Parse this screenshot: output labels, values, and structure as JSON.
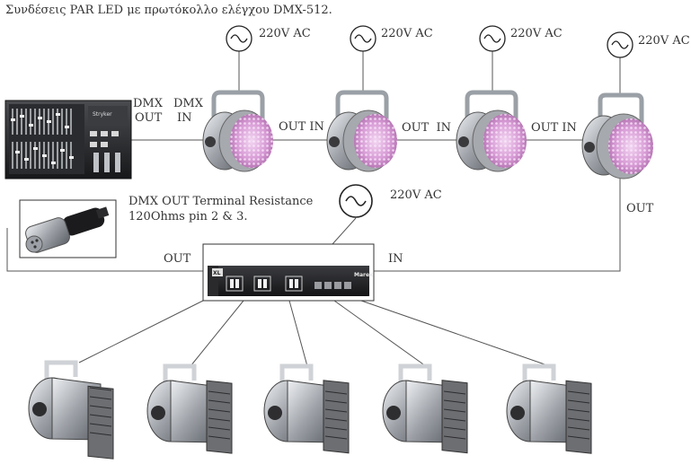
{
  "title": "Συνδέσεις PAR LED με πρωτόκολλο ελέγχου DMX-512.",
  "power": {
    "p1": "220V AC",
    "p2": "220V AC",
    "p3": "220V AC",
    "p4": "220V AC",
    "dimmer": "220V AC"
  },
  "labels": {
    "dmx_a": "DMX",
    "out_a": "OUT",
    "dmx_b": "DMX",
    "in_b": "IN",
    "out_in_1": "OUT IN",
    "out_in_2": "OUT  IN",
    "out_in_3": "OUT IN",
    "out_right": "OUT",
    "terminal_line1": "DMX OUT Terminal Resistance",
    "terminal_line2": "120Ohms pin 2 & 3.",
    "out_pack": "OUT",
    "in_pack": "IN"
  },
  "equipment": {
    "console_brand": "Stryker",
    "pack_brand": "Marek",
    "pack_badge": "XL"
  },
  "colors": {
    "led_face": "#d79bd5",
    "chrome": "#b9bcc2",
    "rack": "#1f1f22",
    "wire": "#555555"
  }
}
